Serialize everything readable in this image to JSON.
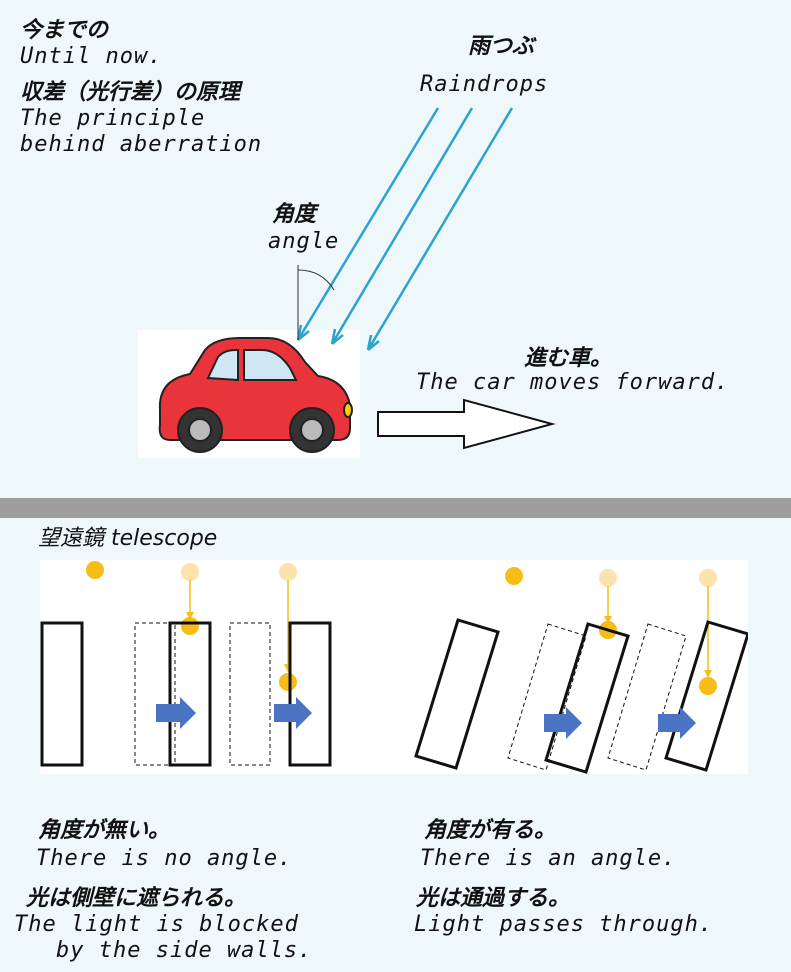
{
  "header": {
    "title_jp": "今までの",
    "title_en": "Until now.",
    "subtitle_jp": "収差（光行差）の原理",
    "subtitle_en_1": "The principle",
    "subtitle_en_2": "behind aberration"
  },
  "raindrops": {
    "label_jp": "雨つぶ",
    "label_en": "Raindrops"
  },
  "angle": {
    "label_jp": "角度",
    "label_en": "angle"
  },
  "car": {
    "label_jp": "進む車。",
    "label_en": "The car moves forward."
  },
  "telescope": {
    "label": "望遠鏡 telescope"
  },
  "no_angle": {
    "title_jp": "角度が無い。",
    "title_en": "There is no angle.",
    "desc_jp": "光は側壁に遮られる。",
    "desc_en_1": "The light is blocked",
    "desc_en_2": "by the side walls."
  },
  "with_angle": {
    "title_jp": "角度が有る。",
    "title_en": "There is an angle.",
    "desc_jp": "光は通過する。",
    "desc_en": "Light passes through."
  },
  "colors": {
    "rain": "#2aa3cf",
    "car_body": "#e8343a",
    "light": "#f6bd16",
    "light_faint": "#fbe3ad",
    "arrow_blue": "#4a74c3",
    "divider": "#9e9e9e"
  }
}
